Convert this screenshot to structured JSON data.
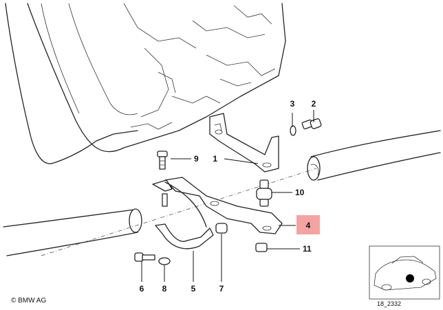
{
  "callouts": [
    {
      "id": "1",
      "label": "1"
    },
    {
      "id": "2",
      "label": "2"
    },
    {
      "id": "3",
      "label": "3"
    },
    {
      "id": "4",
      "label": "4",
      "highlight_color": "#f4a3a3"
    },
    {
      "id": "5",
      "label": "5"
    },
    {
      "id": "6",
      "label": "6"
    },
    {
      "id": "7",
      "label": "7"
    },
    {
      "id": "8",
      "label": "8"
    },
    {
      "id": "9",
      "label": "9"
    },
    {
      "id": "10",
      "label": "10"
    },
    {
      "id": "11",
      "label": "11"
    }
  ],
  "footer": {
    "copyright": "© BMW AG",
    "diagram_id": "18_2332"
  },
  "thumbnail": {
    "icon": "car-location-icon",
    "marker_color": "#000000"
  }
}
